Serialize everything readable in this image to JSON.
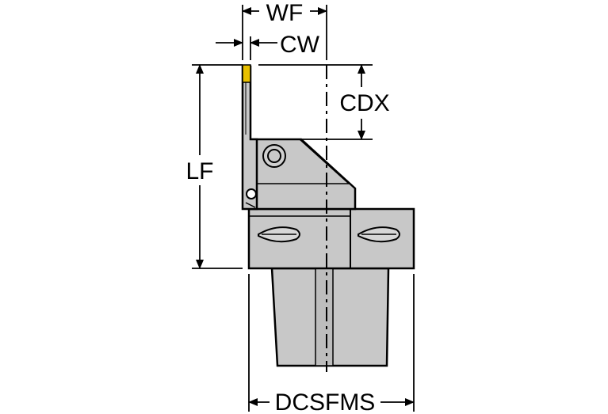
{
  "dimensions": {
    "wf": "WF",
    "cw": "CW",
    "cdx": "CDX",
    "lf": "LF",
    "dcsfms": "DCSFMS"
  },
  "colors": {
    "body": "#c8c8c8",
    "outline": "#000000",
    "insert": "#e8c000",
    "background": "#ffffff"
  }
}
